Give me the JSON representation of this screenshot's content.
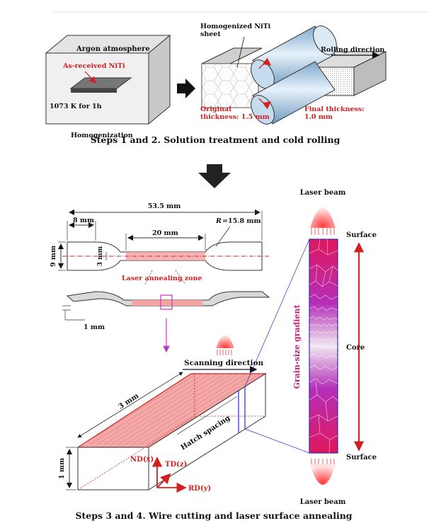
{
  "top": {
    "argon": "Argon atmosphere",
    "as_received": "As-received NiTi",
    "temp": "1073 K for 1h",
    "homogenization": "Homogenization",
    "homog_sheet_1": "Homogenized NiTi",
    "homog_sheet_2": "sheet",
    "rolling_direction": "Rolling direction",
    "original_1": "Original",
    "original_2": "thickness: 1.5 mm",
    "final_1": "Final thickness:",
    "final_2": "1.0 mm",
    "steps12": "Steps 1 and 2. Solution treatment and cold rolling"
  },
  "specimen": {
    "total_len": "53.5 mm",
    "grip_len": "8 mm",
    "radius_r": "R",
    "radius_val": "=15.8 mm",
    "gauge_len": "20 mm",
    "width": "9 mm",
    "gauge_width": "3 mm",
    "zone": "Laser annealing zone",
    "thickness": "1 mm"
  },
  "block": {
    "len": "3 mm",
    "height": "1 mm",
    "scanning": "Scanning direction",
    "hatch": "Hatch spacing",
    "nd": "ND(x)",
    "td": "TD(z)",
    "rd": "RD(y)"
  },
  "gradient": {
    "laser_top": "Laser beam",
    "laser_bottom": "Laser beam",
    "surface_top": "Surface",
    "core": "Core",
    "surface_bottom": "Surface",
    "label": "Grain-size gradient"
  },
  "steps34": "Steps 3 and 4. Wire cutting and laser surface annealing",
  "colors": {
    "accent_red": "#d21f1f",
    "magenta": "#cc1f7a",
    "zone_pink": "#f2a8a8",
    "roller_blue": "#b7d6ec",
    "purple_line": "#c037c0",
    "blue_line": "#2a2acc"
  }
}
